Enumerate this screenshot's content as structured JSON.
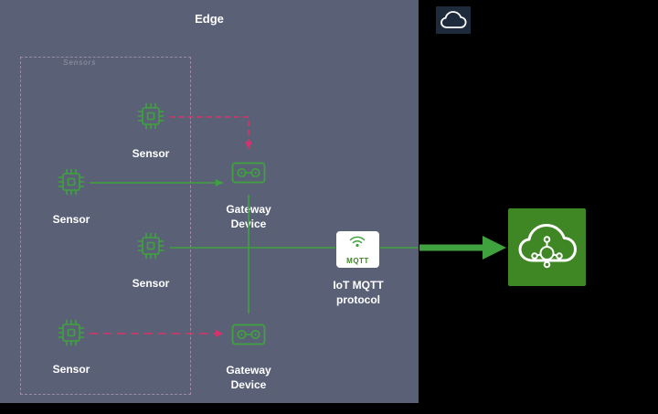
{
  "colors": {
    "canvas": "#000000",
    "panel": "#5a6177",
    "green": "#3fa23f",
    "green_dark": "#3f8624",
    "magenta": "#d6336c",
    "navy": "#1e2b3c",
    "label_text": "#ffffff"
  },
  "edge_zone": {
    "title": "Edge",
    "group_label": "Sensors"
  },
  "nodes": {
    "sensors": [
      {
        "label": "Sensor"
      },
      {
        "label": "Sensor"
      },
      {
        "label": "Sensor"
      },
      {
        "label": "Sensor"
      }
    ],
    "gateways": [
      {
        "line1": "Gateway",
        "line2": "Device"
      },
      {
        "line1": "Gateway",
        "line2": "Device"
      }
    ],
    "mqtt": {
      "icon_text": "MQTT",
      "line1": "IoT MQTT",
      "line2": "protocol"
    }
  },
  "icons": {
    "aws_cloud_badge": "cloud-icon",
    "iot_core": "cloud-with-thing-icon",
    "sensor": "chip-icon",
    "gateway": "gateway-device-icon"
  },
  "connections": [
    {
      "from": "sensor-1",
      "to": "gateway-1",
      "style": "dashed",
      "color": "magenta",
      "arrow": true
    },
    {
      "from": "sensor-2",
      "to": "gateway-1",
      "style": "solid",
      "color": "green",
      "arrow": true
    },
    {
      "from": "sensor-3",
      "to": "mqtt-protocol",
      "style": "solid",
      "color": "green",
      "arrow": false
    },
    {
      "from": "gateway-1",
      "to": "gateway-2",
      "style": "solid",
      "color": "green",
      "arrow": false
    },
    {
      "from": "sensor-4",
      "to": "gateway-2",
      "style": "dashed",
      "color": "magenta",
      "arrow": true
    },
    {
      "from": "mqtt-protocol",
      "to": "aws-iot-core",
      "style": "solid",
      "color": "green",
      "arrow": true
    }
  ]
}
